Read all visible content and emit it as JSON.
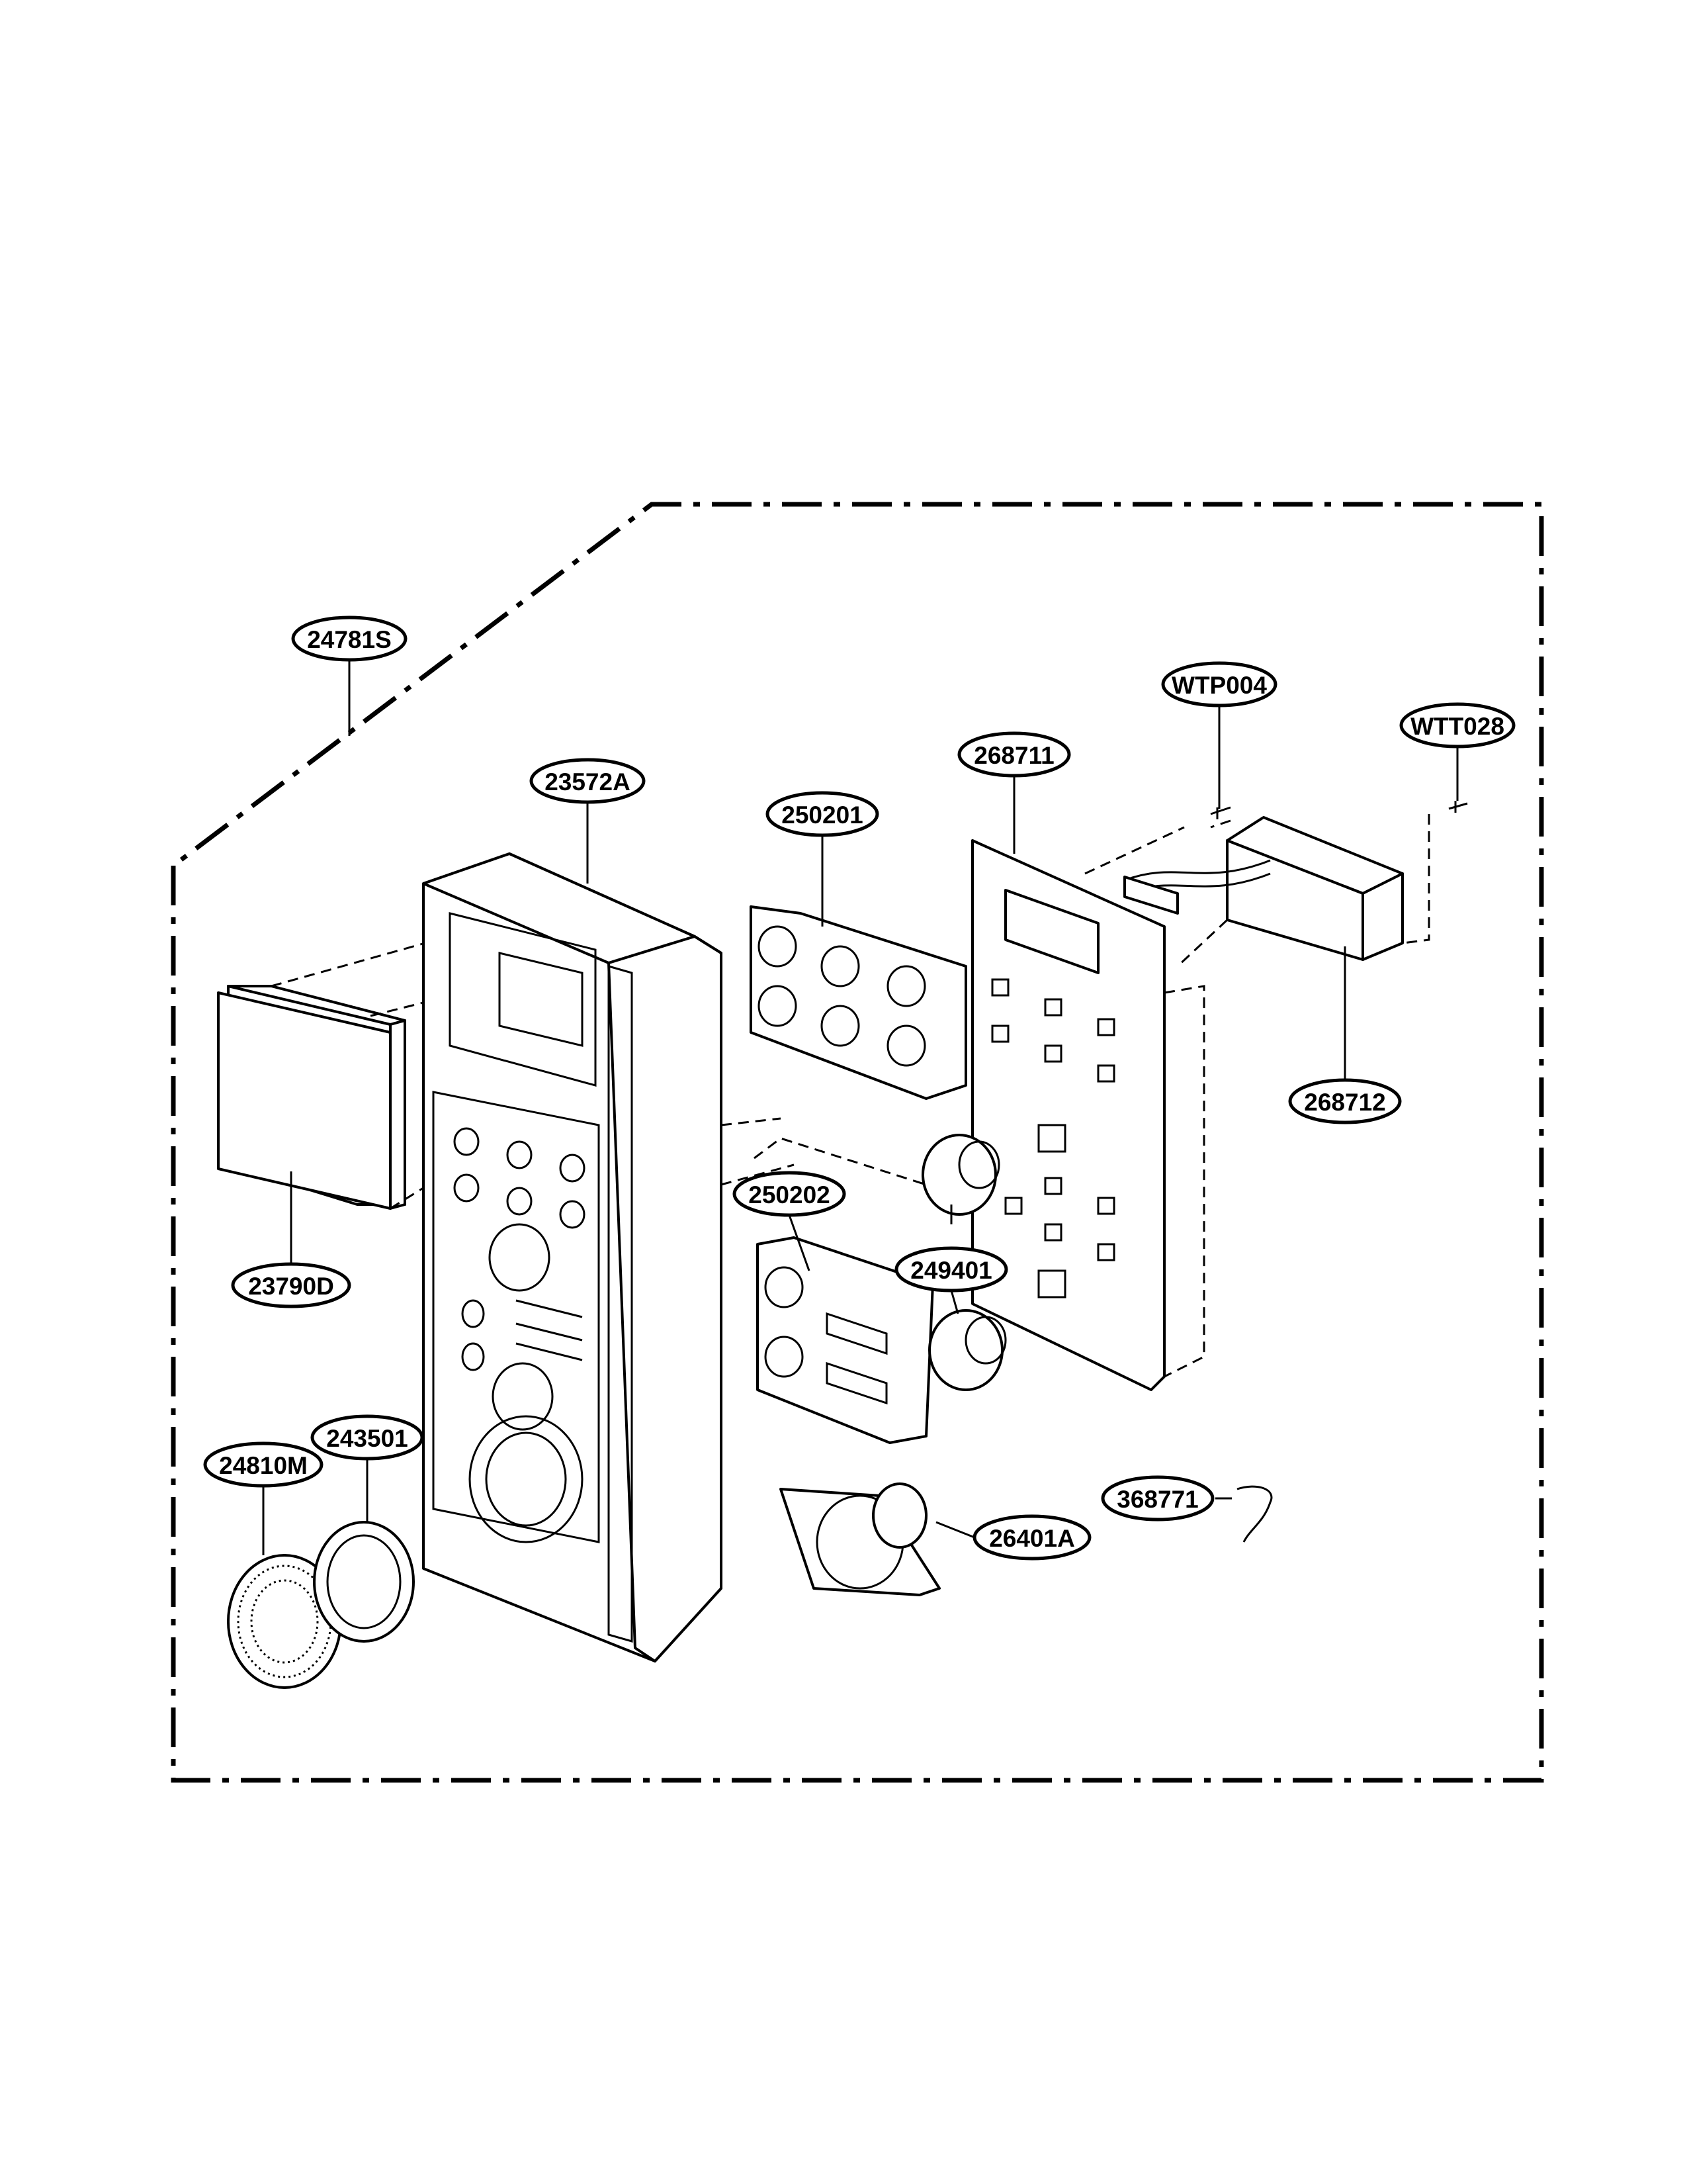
{
  "callouts": [
    {
      "id": "c1",
      "label": "24781S"
    },
    {
      "id": "c2",
      "label": "23572A"
    },
    {
      "id": "c3",
      "label": "250201"
    },
    {
      "id": "c4",
      "label": "268711"
    },
    {
      "id": "c5",
      "label": "WTP004"
    },
    {
      "id": "c6",
      "label": "WTT028"
    },
    {
      "id": "c7",
      "label": "268712"
    },
    {
      "id": "c8",
      "label": "250202"
    },
    {
      "id": "c9",
      "label": "249401"
    },
    {
      "id": "c10",
      "label": "23790D"
    },
    {
      "id": "c11",
      "label": "243501"
    },
    {
      "id": "c12",
      "label": "24810M"
    },
    {
      "id": "c13",
      "label": "368771"
    },
    {
      "id": "c14",
      "label": "26401A"
    }
  ]
}
